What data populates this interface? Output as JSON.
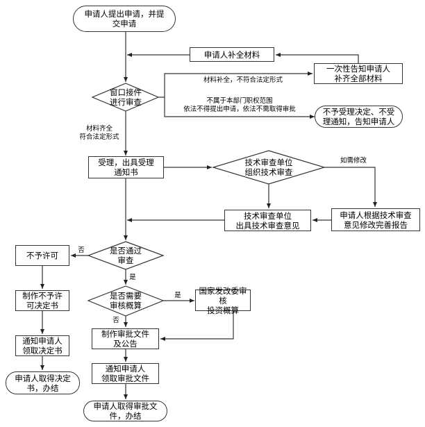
{
  "nodes": {
    "start": "申请人提出申请，并提\n交申请",
    "supplement": "申请人补全材料",
    "notify_once": "一次性告知申请人\n补齐全部材料",
    "window_review": "窗口接件\n进行审查",
    "reject_accept": "不予受理决定、不受\n理通知，告知申请人",
    "accept": "受理，出具受理\n通知书",
    "tech_review": "技术审查单位\n组织技术审查",
    "tech_opinion": "技术审查单位\n出具技术审查意见",
    "revise_report": "申请人根据技术审查\n意见修改完善报告",
    "pass_review": "是否通过\n审查",
    "deny": "不予许可",
    "make_deny": "制作不予许\n可决定书",
    "notify_deny": "通知申请人\n领取决定书",
    "end_deny": "申请人取得决定\n书，办结",
    "need_budget": "是否需要\n审核概算",
    "ndrc": "国家发改委审核\n投资概算",
    "make_approval": "制作审批文件\n及公告",
    "notify_approval": "通知申请人\n领取审批文件",
    "end_approval": "申请人取得审批文\n件，办结"
  },
  "labels": {
    "incomplete": "材料补全，不符合法定形式",
    "out_of_scope": "不属于本部门职权范围\n依法不得提出申请，依法不需取得审批",
    "complete": "材料齐全\n符合法定形式",
    "if_revise": "如需修改",
    "no1": "否",
    "yes1": "是",
    "yes2": "是",
    "no2": "否"
  }
}
